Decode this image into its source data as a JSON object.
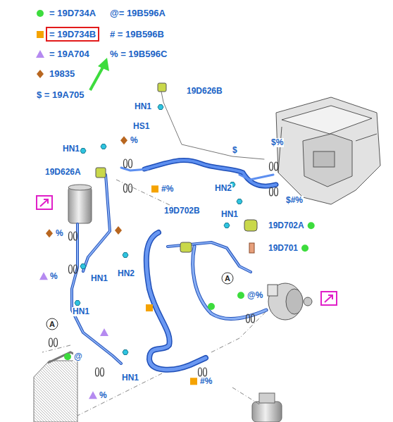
{
  "diagram": {
    "nodes": [
      {
        "text": [
          "A"
        ]
      },
      {
        "text": [
          "A"
        ]
      }
    ],
    "labels": [
      "19D626B",
      "HN1",
      "HS1",
      "%",
      "HN1",
      "19D626A",
      "$",
      "$%",
      "#%",
      "HN2",
      "$#%",
      "19D702B",
      "HN1",
      "19D702A",
      "19D701",
      "%",
      "HN2",
      "%",
      "HN1",
      "@%",
      "HN1",
      "@",
      "HN1",
      "#%",
      "%"
    ],
    "legend": [
      {
        "text": "= 19D734A",
        "color": "#3ddc3d"
      },
      {
        "text": "= 19D734B",
        "color": "#f5a300"
      },
      {
        "text": "= 19A704",
        "color": "#b58af0"
      },
      {
        "text": "19835",
        "color": "#b8661f"
      },
      {
        "text": "$ = 19A705"
      },
      {
        "text": "@= 19B596A"
      },
      {
        "text": "# = 19B596B"
      },
      {
        "text": "% = 19B596C"
      }
    ]
  }
}
